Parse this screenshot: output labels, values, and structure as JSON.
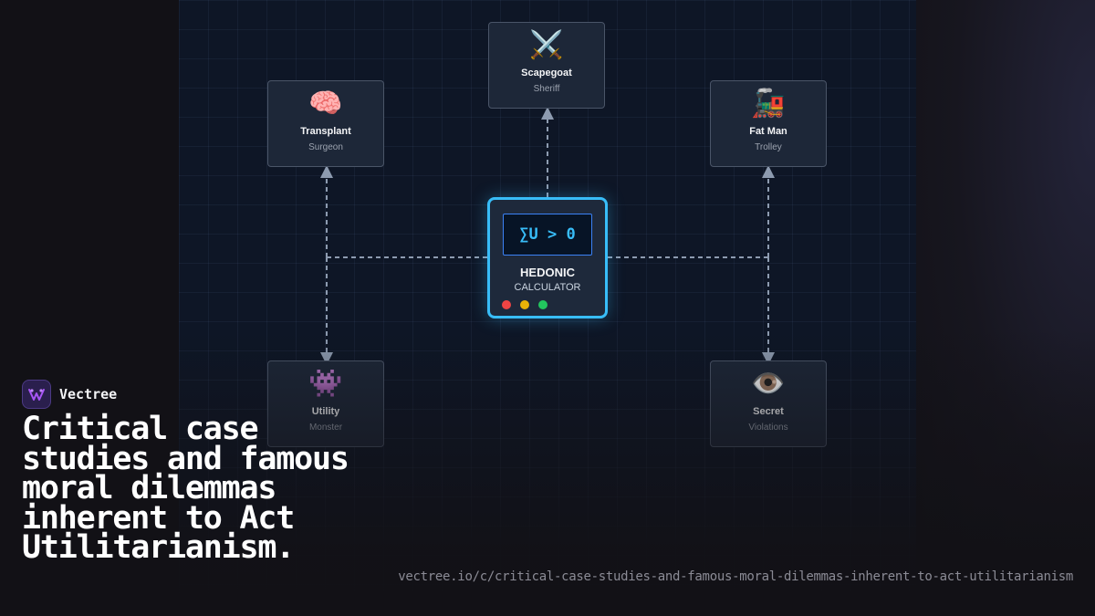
{
  "brand": {
    "name": "Vectree"
  },
  "headline": "Critical case studies and famous moral dilemmas inherent to Act Utilitarianism.",
  "url": "vectree.io/c/critical-case-studies-and-famous-moral-dilemmas-inherent-to-act-utilitarianism",
  "diagram": {
    "center": {
      "display": "∑U > 0",
      "title": "HEDONIC",
      "subtitle": "CALCULATOR",
      "indicator_colors": [
        "#ef4444",
        "#eab308",
        "#22c55e"
      ]
    },
    "nodes": [
      {
        "id": "scapegoat",
        "emoji": "⚔️",
        "title": "Scapegoat",
        "subtitle": "Sheriff"
      },
      {
        "id": "transplant",
        "emoji": "🧠",
        "title": "Transplant",
        "subtitle": "Surgeon"
      },
      {
        "id": "fat-man",
        "emoji": "🚂",
        "title": "Fat Man",
        "subtitle": "Trolley"
      },
      {
        "id": "utility",
        "emoji": "👾",
        "title": "Utility",
        "subtitle": "Monster"
      },
      {
        "id": "secret",
        "emoji": "👁️",
        "title": "Secret",
        "subtitle": "Violations"
      }
    ]
  },
  "colors": {
    "accent": "#38bdf8",
    "node_border": "#4a5568",
    "connector": "#8d9bb0",
    "logo_glyph": "#a855f7"
  },
  "icons": {
    "logo": "vectree-logo-icon"
  }
}
